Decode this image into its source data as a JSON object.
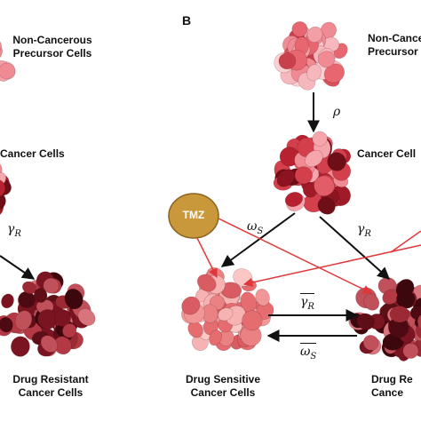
{
  "panel_letter": "B",
  "left_panel": {
    "precursor_label_1": "Non-Cancerous",
    "precursor_label_2": "Precursor Cells",
    "cancer_label": "Cancer Cells",
    "gamma_r": "γ",
    "gamma_r_sub": "R",
    "resistant_label_1": "Drug Resistant",
    "resistant_label_2": "Cancer Cells"
  },
  "right_panel": {
    "precursor_label_1": "Non-Cance",
    "precursor_label_2": "Precursor",
    "rho": "ρ",
    "cancer_label": "Cancer Cell",
    "tmz_label": "TMZ",
    "omega_s": "ω",
    "omega_s_sub": "S",
    "gamma_r": "γ",
    "gamma_r_sub": "R",
    "gamma_r_bar": "γ",
    "gamma_r_bar_sub": "R",
    "omega_s_bar": "ω",
    "omega_s_bar_sub": "S",
    "sensitive_label_1": "Drug Sensitive",
    "sensitive_label_2": "Cancer Cells",
    "resistant_label_1": "Drug Re",
    "resistant_label_2": "Cance"
  },
  "colors": {
    "tmz_fill": "#c8983a",
    "tmz_stroke": "#8a6420",
    "tmz_text": "#ffffff",
    "red_arrow": "#e0383a",
    "black_arrow": "#111111",
    "precursor_cells": "pink",
    "cancer_cells": "mixed-red",
    "sensitive_cells": "salmon",
    "resistant_cells": "dark-maroon"
  }
}
